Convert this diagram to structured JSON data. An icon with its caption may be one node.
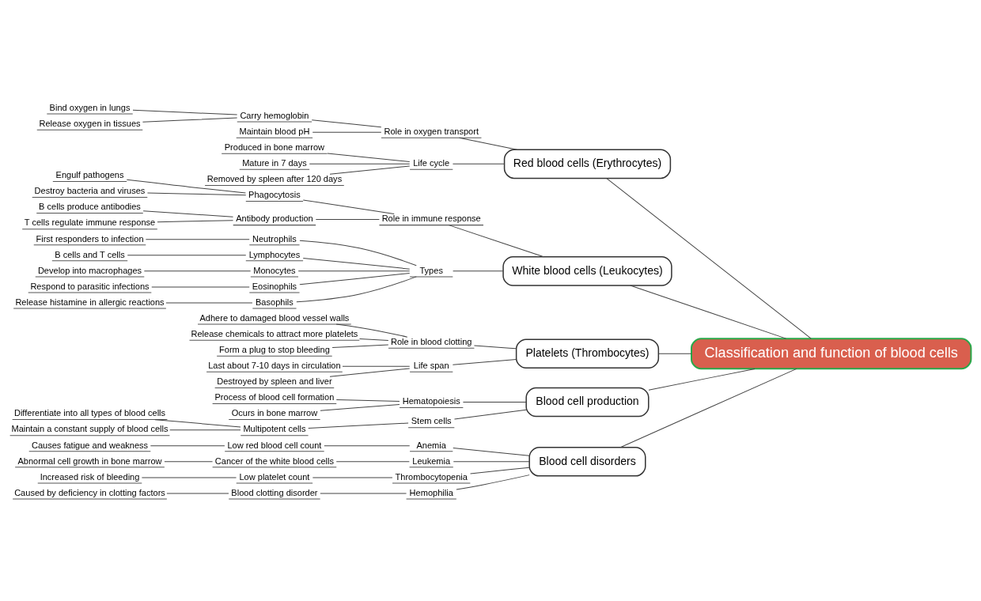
{
  "diagram": {
    "nodes": [
      {
        "text": [
          "Classification and function of blood cells"
        ]
      },
      {
        "text": [
          "Red blood cells (Erythrocytes)"
        ]
      },
      {
        "text": [
          "Role in oxygen transport"
        ]
      },
      {
        "text": [
          "Carry hemoglobin"
        ]
      },
      {
        "text": [
          "Bind oxygen in lungs"
        ]
      },
      {
        "text": [
          "Release oxygen in tissues"
        ]
      },
      {
        "text": [
          "Maintain blood pH"
        ]
      },
      {
        "text": [
          "Life cycle"
        ]
      },
      {
        "text": [
          "Produced in bone marrow"
        ]
      },
      {
        "text": [
          "Mature in 7 days"
        ]
      },
      {
        "text": [
          "Removed by spleen after 120 days"
        ]
      },
      {
        "text": [
          "White blood cells (Leukocytes)"
        ]
      },
      {
        "text": [
          "Role in immune response"
        ]
      },
      {
        "text": [
          "Phagocytosis"
        ]
      },
      {
        "text": [
          "Engulf pathogens"
        ]
      },
      {
        "text": [
          "Destroy bacteria and viruses"
        ]
      },
      {
        "text": [
          "Antibody production"
        ]
      },
      {
        "text": [
          "B cells produce antibodies"
        ]
      },
      {
        "text": [
          "T cells regulate immune response"
        ]
      },
      {
        "text": [
          "Types"
        ]
      },
      {
        "text": [
          "Neutrophils"
        ]
      },
      {
        "text": [
          "First responders to infection"
        ]
      },
      {
        "text": [
          "Lymphocytes"
        ]
      },
      {
        "text": [
          "B cells and T cells"
        ]
      },
      {
        "text": [
          "Monocytes"
        ]
      },
      {
        "text": [
          "Develop into macrophages"
        ]
      },
      {
        "text": [
          "Eosinophils"
        ]
      },
      {
        "text": [
          "Respond to parasitic infections"
        ]
      },
      {
        "text": [
          "Basophils"
        ]
      },
      {
        "text": [
          "Release histamine in allergic reactions"
        ]
      },
      {
        "text": [
          "Platelets (Thrombocytes)"
        ]
      },
      {
        "text": [
          "Role in blood clotting"
        ]
      },
      {
        "text": [
          "Adhere to damaged blood vessel walls"
        ]
      },
      {
        "text": [
          "Release chemicals to attract more platelets"
        ]
      },
      {
        "text": [
          "Form a plug to stop bleeding"
        ]
      },
      {
        "text": [
          "Life span"
        ]
      },
      {
        "text": [
          "Last about 7-10 days in circulation"
        ]
      },
      {
        "text": [
          "Destroyed by spleen and liver"
        ]
      },
      {
        "text": [
          "Blood cell production"
        ]
      },
      {
        "text": [
          "Hematopoiesis"
        ]
      },
      {
        "text": [
          "Process of blood cell formation"
        ]
      },
      {
        "text": [
          "Ocurs in bone marrow"
        ]
      },
      {
        "text": [
          "Stem cells"
        ]
      },
      {
        "text": [
          "Multipotent cells"
        ]
      },
      {
        "text": [
          "Differentiate into all types of blood cells"
        ]
      },
      {
        "text": [
          "Maintain a constant supply of blood cells"
        ]
      },
      {
        "text": [
          "Blood cell disorders"
        ]
      },
      {
        "text": [
          "Anemia"
        ]
      },
      {
        "text": [
          "Low red blood cell count"
        ]
      },
      {
        "text": [
          "Causes fatigue and weakness"
        ]
      },
      {
        "text": [
          "Leukemia"
        ]
      },
      {
        "text": [
          "Cancer of the white blood cells"
        ]
      },
      {
        "text": [
          "Abnormal cell growth in bone marrow"
        ]
      },
      {
        "text": [
          "Thrombocytopenia"
        ]
      },
      {
        "text": [
          "Low platelet count"
        ]
      },
      {
        "text": [
          "Increased risk of bleeding"
        ]
      },
      {
        "text": [
          "Hemophilia"
        ]
      },
      {
        "text": [
          "Blood clotting disorder"
        ]
      },
      {
        "text": [
          "Caused by deficiency in clotting factors"
        ]
      }
    ],
    "edges": [
      {
        "from": 0,
        "to": 1,
        "arrow": "none"
      },
      {
        "from": 1,
        "to": 2,
        "arrow": "none"
      },
      {
        "from": 2,
        "to": 3,
        "arrow": "none"
      },
      {
        "from": 3,
        "to": 4,
        "arrow": "none"
      },
      {
        "from": 3,
        "to": 5,
        "arrow": "none"
      },
      {
        "from": 2,
        "to": 6,
        "arrow": "none"
      },
      {
        "from": 1,
        "to": 7,
        "arrow": "none"
      },
      {
        "from": 7,
        "to": 8,
        "arrow": "none"
      },
      {
        "from": 7,
        "to": 9,
        "arrow": "none"
      },
      {
        "from": 7,
        "to": 10,
        "arrow": "none"
      },
      {
        "from": 0,
        "to": 11,
        "arrow": "none"
      },
      {
        "from": 11,
        "to": 12,
        "arrow": "none"
      },
      {
        "from": 12,
        "to": 13,
        "arrow": "none"
      },
      {
        "from": 13,
        "to": 14,
        "arrow": "none"
      },
      {
        "from": 13,
        "to": 15,
        "arrow": "none"
      },
      {
        "from": 12,
        "to": 16,
        "arrow": "none"
      },
      {
        "from": 16,
        "to": 17,
        "arrow": "none"
      },
      {
        "from": 16,
        "to": 18,
        "arrow": "none"
      },
      {
        "from": 11,
        "to": 19,
        "arrow": "none"
      },
      {
        "from": 19,
        "to": 20,
        "arrow": "none"
      },
      {
        "from": 20,
        "to": 21,
        "arrow": "none"
      },
      {
        "from": 19,
        "to": 22,
        "arrow": "none"
      },
      {
        "from": 22,
        "to": 23,
        "arrow": "none"
      },
      {
        "from": 19,
        "to": 24,
        "arrow": "none"
      },
      {
        "from": 24,
        "to": 25,
        "arrow": "none"
      },
      {
        "from": 19,
        "to": 26,
        "arrow": "none"
      },
      {
        "from": 26,
        "to": 27,
        "arrow": "none"
      },
      {
        "from": 19,
        "to": 28,
        "arrow": "none"
      },
      {
        "from": 28,
        "to": 29,
        "arrow": "none"
      },
      {
        "from": 0,
        "to": 30,
        "arrow": "none"
      },
      {
        "from": 30,
        "to": 31,
        "arrow": "none"
      },
      {
        "from": 31,
        "to": 32,
        "arrow": "none"
      },
      {
        "from": 31,
        "to": 33,
        "arrow": "none"
      },
      {
        "from": 31,
        "to": 34,
        "arrow": "none"
      },
      {
        "from": 30,
        "to": 35,
        "arrow": "none"
      },
      {
        "from": 35,
        "to": 36,
        "arrow": "none"
      },
      {
        "from": 35,
        "to": 37,
        "arrow": "none"
      },
      {
        "from": 0,
        "to": 38,
        "arrow": "none"
      },
      {
        "from": 38,
        "to": 39,
        "arrow": "none"
      },
      {
        "from": 39,
        "to": 40,
        "arrow": "none"
      },
      {
        "from": 39,
        "to": 41,
        "arrow": "none"
      },
      {
        "from": 38,
        "to": 42,
        "arrow": "none"
      },
      {
        "from": 42,
        "to": 43,
        "arrow": "none"
      },
      {
        "from": 43,
        "to": 44,
        "arrow": "none"
      },
      {
        "from": 43,
        "to": 45,
        "arrow": "none"
      },
      {
        "from": 0,
        "to": 46,
        "arrow": "none"
      },
      {
        "from": 46,
        "to": 47,
        "arrow": "none"
      },
      {
        "from": 47,
        "to": 48,
        "arrow": "none"
      },
      {
        "from": 48,
        "to": 49,
        "arrow": "none"
      },
      {
        "from": 46,
        "to": 50,
        "arrow": "none"
      },
      {
        "from": 50,
        "to": 51,
        "arrow": "none"
      },
      {
        "from": 51,
        "to": 52,
        "arrow": "none"
      },
      {
        "from": 46,
        "to": 53,
        "arrow": "none"
      },
      {
        "from": 53,
        "to": 54,
        "arrow": "none"
      },
      {
        "from": 54,
        "to": 55,
        "arrow": "none"
      },
      {
        "from": 46,
        "to": 56,
        "arrow": "none"
      },
      {
        "from": 56,
        "to": 57,
        "arrow": "none"
      },
      {
        "from": 57,
        "to": 58,
        "arrow": "none"
      }
    ]
  }
}
